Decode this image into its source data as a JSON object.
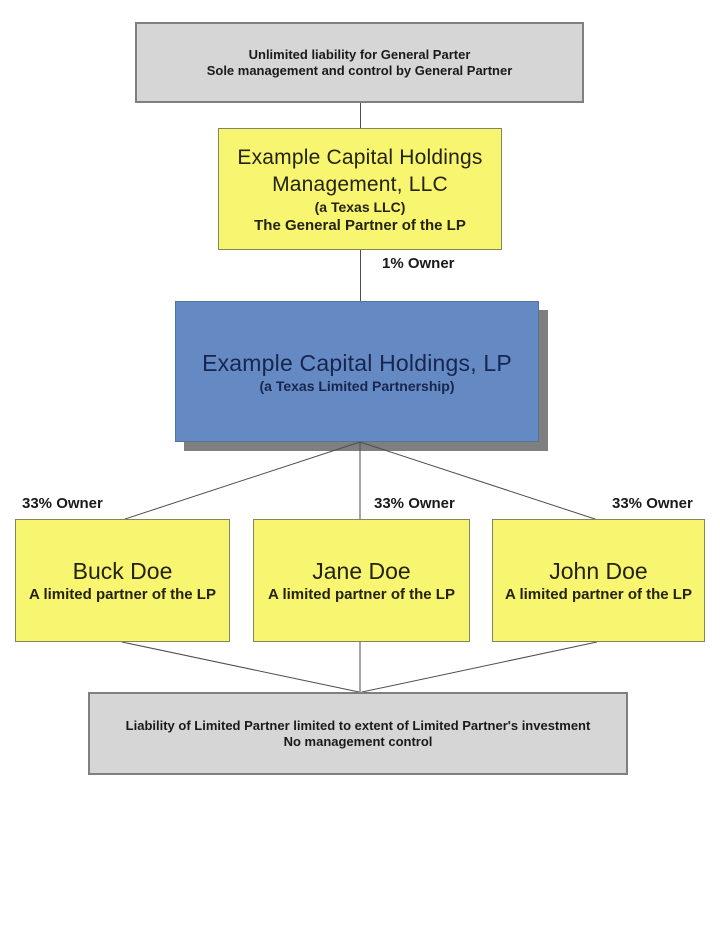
{
  "colors": {
    "box_yellow": "#f8f571",
    "box_blue": "#6589c2",
    "box_gray": "#d6d6d6",
    "gray_border": "#7f7f7f",
    "blue_shadow": "#7f7f7f",
    "connector_line": "#4d4d4d",
    "blue_text": "#17264e",
    "text": "#1a1a1a"
  },
  "top_note": {
    "line1": "Unlimited liability for General Parter",
    "line2": "Sole management and control by General Partner"
  },
  "general_partner": {
    "title_line1": "Example Capital Holdings",
    "title_line2": "Management, LLC",
    "entity_type": "(a Texas LLC)",
    "role": "The General Partner of the LP",
    "ownership_label": "1% Owner"
  },
  "partnership": {
    "title": "Example Capital Holdings, LP",
    "entity_type": "(a Texas Limited Partnership)"
  },
  "partners": [
    {
      "name": "Buck Doe",
      "role": "A limited partner of the LP",
      "ownership_label": "33% Owner"
    },
    {
      "name": "Jane Doe",
      "role": "A limited partner of the LP",
      "ownership_label": "33% Owner"
    },
    {
      "name": "John Doe",
      "role": "A limited partner of the LP",
      "ownership_label": "33% Owner"
    }
  ],
  "bottom_note": {
    "line1": "Liability of Limited Partner limited to extent of Limited Partner's investment",
    "line2": "No management control"
  }
}
